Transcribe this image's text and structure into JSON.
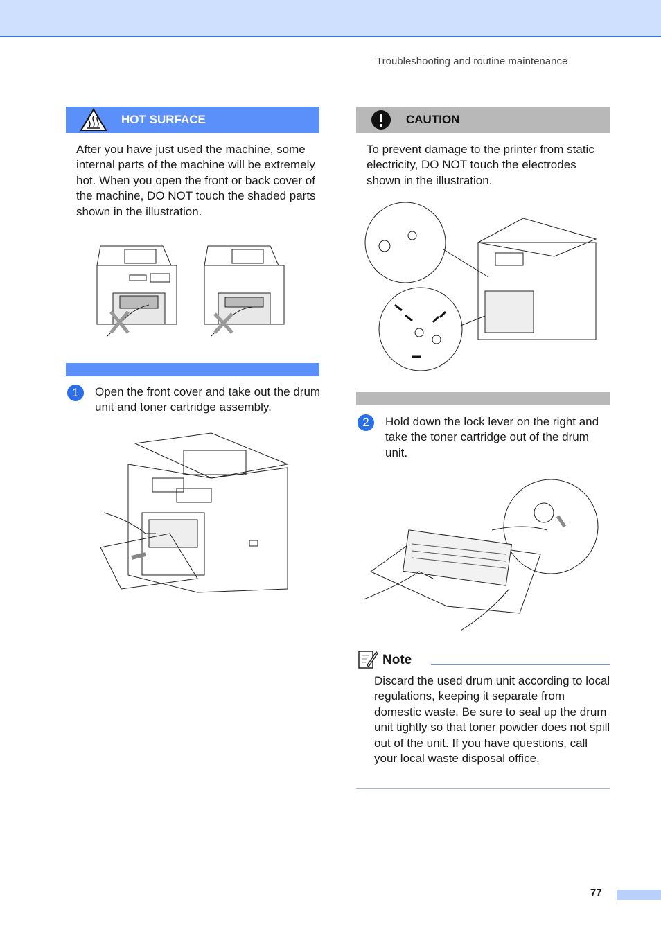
{
  "header": {
    "running_title": "Troubleshooting and routine maintenance"
  },
  "hot_surface": {
    "label": "HOT SURFACE",
    "text": "After you have just used the machine, some internal parts of the machine will be extremely hot. When you open the front or back cover of the machine, DO NOT touch the shaded parts shown in the illustration."
  },
  "caution": {
    "label": "CAUTION",
    "text": "To prevent damage to the printer from static electricity, DO NOT touch the electrodes shown in the illustration."
  },
  "steps": [
    {
      "number": "1",
      "text": "Open the front cover and take out the drum unit and toner cartridge assembly."
    },
    {
      "number": "2",
      "text": "Hold down the lock lever on the right and take the toner cartridge out of the drum unit."
    }
  ],
  "note": {
    "label": "Note",
    "text": "Discard the used drum unit according to local regulations, keeping it separate from domestic waste. Be sure to seal up the drum unit tightly so that toner powder does not spill out of the unit. If you have questions, call your local waste disposal office."
  },
  "footer": {
    "page_number": "77"
  },
  "colors": {
    "accent_blue": "#5b8ff9",
    "step_blue": "#2a6fe8",
    "caution_grey": "#b8b8b8",
    "header_band": "#cfe0ff"
  },
  "icons": {
    "hot_surface": "hot-surface-warning-icon",
    "caution": "exclamation-icon",
    "note": "note-pencil-icon"
  }
}
